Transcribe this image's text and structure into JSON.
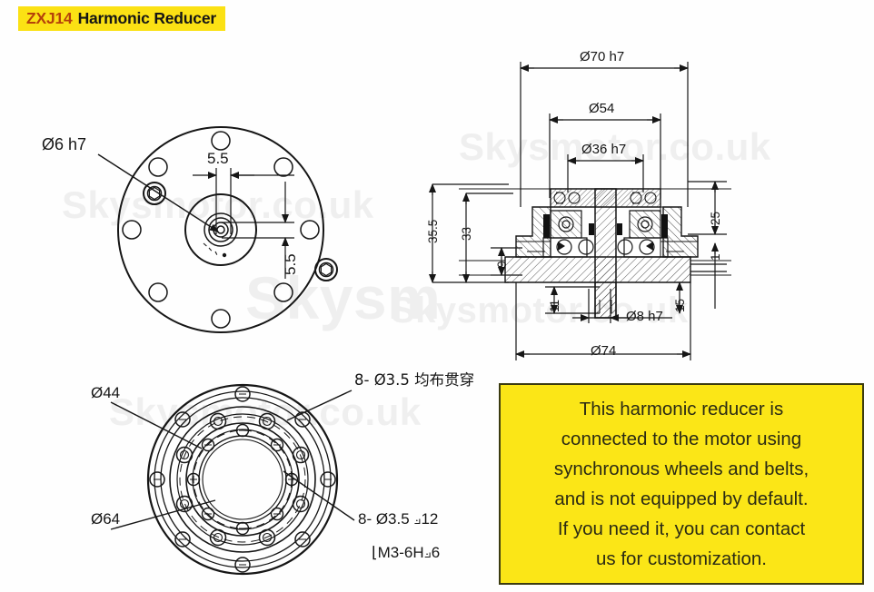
{
  "title": {
    "model": "ZXJ14",
    "product": "Harmonic Reducer"
  },
  "watermarks": [
    "Skysmotor.co.uk",
    "Skysmotor.co.uk",
    "Skysmotor.co.uk",
    "Skysm"
  ],
  "views": {
    "front_view": {
      "name": "front-flange-view",
      "labels": {
        "bore": "Ø6 h7",
        "key_width_horizontal": "5.5",
        "key_width_vertical": "5.5"
      }
    },
    "section_view": {
      "name": "cross-section-view",
      "labels": {
        "outer_diameter": "Ø70 h7",
        "mid_diameter": "Ø54",
        "inner_diameter": "Ø36 h7",
        "total_height": "35.5",
        "body_height": "33",
        "flange_thickness": "9",
        "top_step": "25",
        "bottom_step": "1",
        "hub_height": "15",
        "shaft_length": "11",
        "shaft_diameter": "Ø8 h7",
        "base_diameter": "Ø74"
      }
    },
    "rear_view": {
      "name": "rear-output-flange-view",
      "labels": {
        "inner_bolt_circle": "Ø44",
        "outer_bolt_circle": "Ø64",
        "through_holes": "8- Ø3.5 均布贯穿",
        "tapped_holes": "8- Ø3.5 ⟓12",
        "thread_spec": "⌊M3-6H⟓6"
      }
    }
  },
  "note": {
    "lines": [
      "This harmonic reducer is",
      "connected to the motor using",
      "synchronous wheels and belts,",
      "and is not equipped by default.",
      "If you need it, you can contact",
      "us for customization."
    ]
  },
  "colors": {
    "banner_yellow": "#fbe114",
    "note_yellow": "#fbe617",
    "model_orange": "#b5420a",
    "line_black": "#161616"
  }
}
